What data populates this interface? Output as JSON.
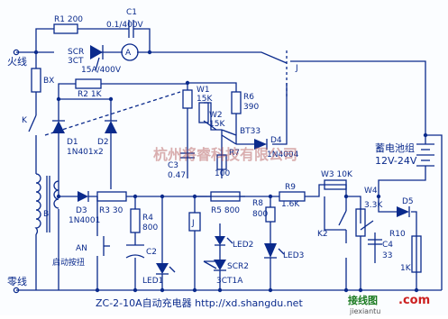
{
  "labels": {
    "live": "火线",
    "neutral": "零线",
    "r1": "R1 200",
    "c1": "C1",
    "c1_val": "0.1/400V",
    "meter": "A",
    "scr": "SCR",
    "scr_type": "3CT",
    "scr_rating": "15A/400V",
    "j": "J",
    "bx": "BX",
    "r2": "R2 1K",
    "k": "K",
    "d1": "D1",
    "d2": "D2",
    "d12_val": "1N401x2",
    "w1": "W1",
    "w1_val": "15K",
    "w2": "W2",
    "w2_val": "15K",
    "r6": "R6",
    "r6_val": "390",
    "bt33": "BT33",
    "d4": "D4",
    "d4_val": "1N4004",
    "r7": "R7",
    "r7_val": "100",
    "c3": "C3",
    "c3_val": "0.47",
    "battery": "蓄电池组",
    "battery_v": "12V-24V",
    "b": "B",
    "d3": "D3",
    "d3_val": "1N4001",
    "r3": "R3  30",
    "r4": "R4",
    "r4_val": "800",
    "c2": "C2",
    "an": "AN",
    "an_desc": "启动按扭",
    "led1": "LED1",
    "jrelay": "J",
    "r5": "R5  800",
    "led2": "LED2",
    "scr2": "SCR2",
    "scr2_type": "3CT1A",
    "r8": "R8",
    "r8_val": "800",
    "led3": "LED3",
    "r9": "R9",
    "r9_val": "1.6K",
    "w3": "W3  10K",
    "k2": "K2",
    "w4": "W4",
    "w4_val": "3.3K",
    "d5": "D5",
    "c4": "C4",
    "c4_val": "33",
    "r10": "R10",
    "r10_val": "1K",
    "caption": "ZC-2-10A自动充电器   http://xd.shangdu.net",
    "watermark": "杭州将睿科技有限公司",
    "logo": "接线图",
    "logo_domain": ".com",
    "logo_sub": "jiexiantu"
  }
}
